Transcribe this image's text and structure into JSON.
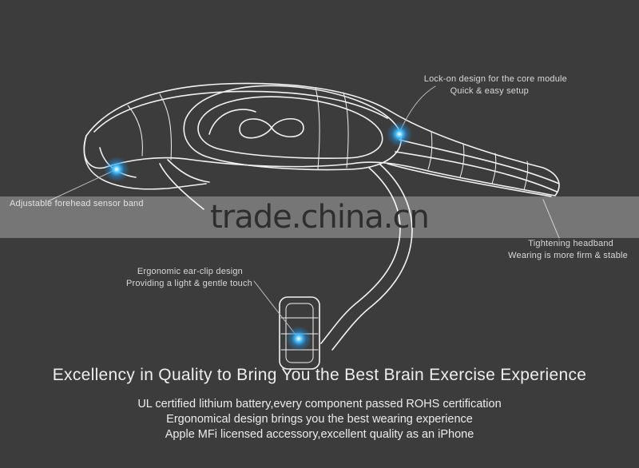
{
  "callouts": {
    "core_module_line1": "Lock-on design for the core module",
    "core_module_line2": "Quick & easy setup",
    "forehead_line1": "Adjustable forehead sensor band",
    "headband_line1": "Tightening headband",
    "headband_line2": "Wearing is more firm & stable",
    "earclip_line1": "Ergonomic ear-clip design",
    "earclip_line2": "Providing a light & gentle touch"
  },
  "watermark": "trade.china.cn",
  "headline": "Excellency in Quality to Bring You the Best Brain Exercise Experience",
  "features": [
    "UL certified lithium battery,every component passed ROHS certification",
    "Ergonomical design brings you the best wearing experience",
    "Apple MFi licensed accessory,excellent quality as an iPhone"
  ],
  "colors": {
    "background": "#3c3c3c",
    "glow": "#2fb7ff",
    "wireframe": "#f2f2f2"
  }
}
